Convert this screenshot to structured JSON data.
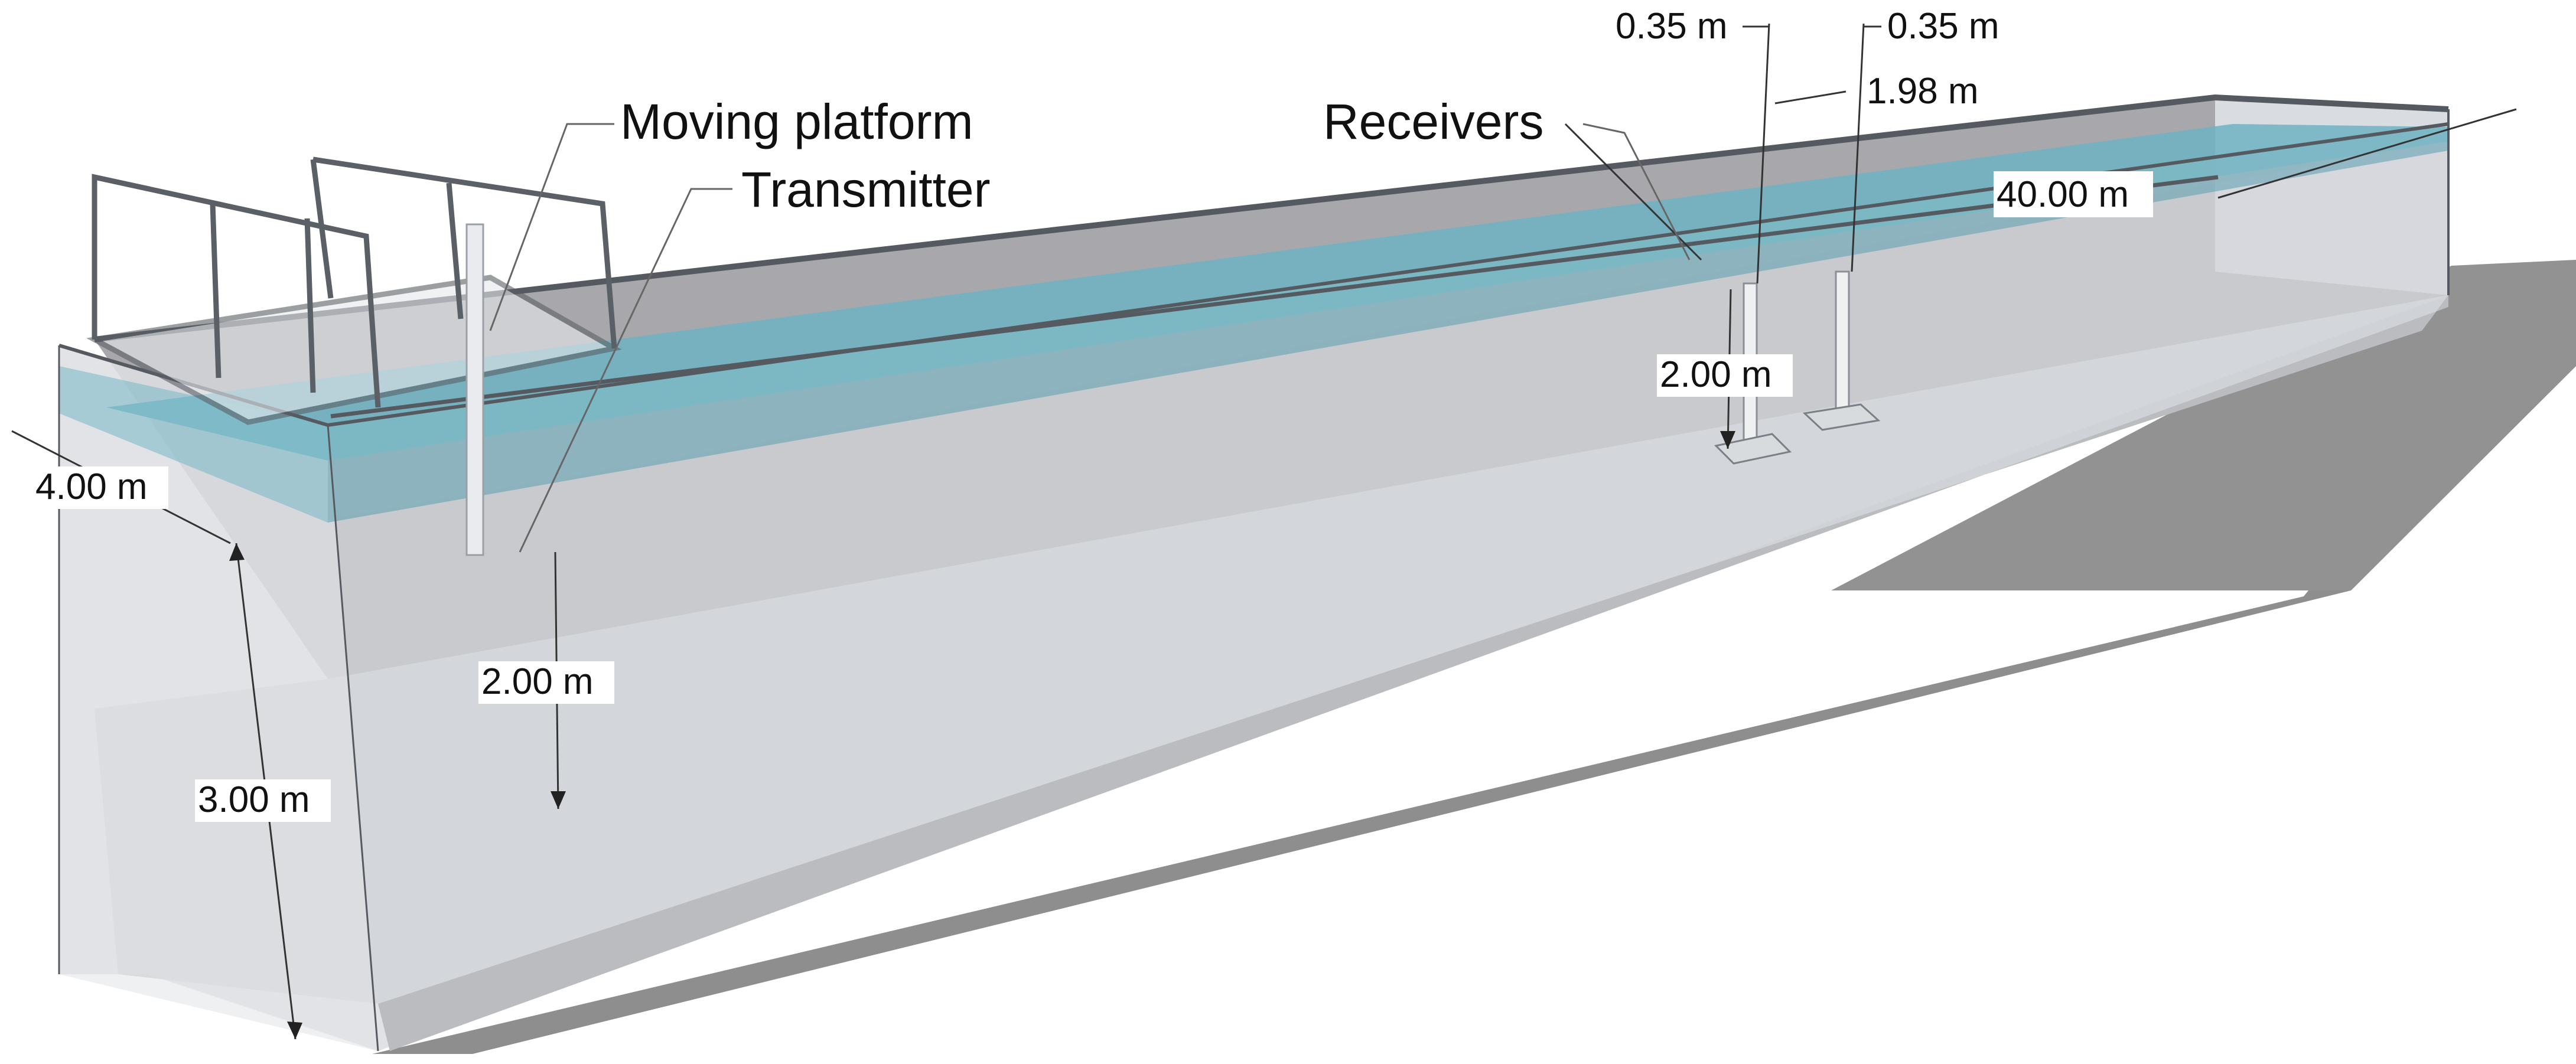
{
  "labels": {
    "moving_platform": "Moving platform",
    "transmitter": "Transmitter",
    "receivers": "Receivers"
  },
  "dimensions": {
    "receiver_offset_left": "0.35 m",
    "receiver_offset_right": "0.35 m",
    "receiver_spacing": "1.98 m",
    "tank_length": "40.00 m",
    "receiver_depth": "2.00 m",
    "tank_width": "4.00 m",
    "transmitter_depth": "2.00 m",
    "tank_height": "3.00 m"
  },
  "colors": {
    "water": "#6fb3c2",
    "water_dark": "#4f8f9e",
    "wall_inner": "#a9a9ad",
    "floor": "#cfd2d6",
    "glass": "#dfe2e6",
    "shadow": "#8c8c8c",
    "frame": "#555a60"
  }
}
